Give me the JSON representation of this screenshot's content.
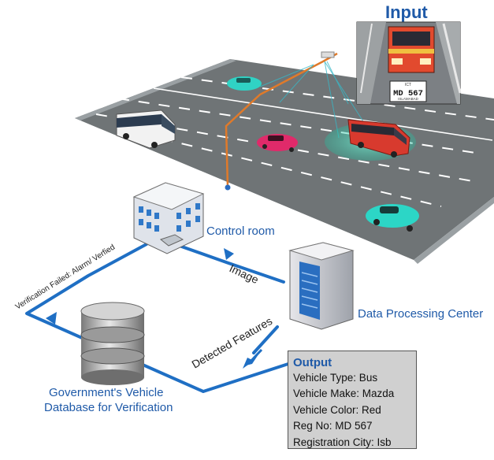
{
  "input_title": "Input",
  "plate_region": "ICT",
  "plate_number": "MD 567",
  "plate_city": "ISLAMABAD",
  "labels": {
    "control_room": "Control room",
    "image": "Image",
    "data_processing_center": "Data Processing Center",
    "detected_features": "Detected Features",
    "verification": "Verification Failed: Alarm/ Verfied",
    "gov_db_line1": "Government's Vehicle",
    "gov_db_line2": "Database for Verification"
  },
  "output": {
    "title": "Output",
    "lines": [
      "Vehicle Type: Bus",
      "Vehicle Make: Mazda",
      "Vehicle Color: Red",
      "Reg No: MD 567",
      "Registration City: Isb"
    ]
  },
  "colors": {
    "flow_blue": "#1f6fc4",
    "label_blue": "#1f5aa8",
    "road": "#6f7476",
    "pole": "#e07a2a"
  }
}
